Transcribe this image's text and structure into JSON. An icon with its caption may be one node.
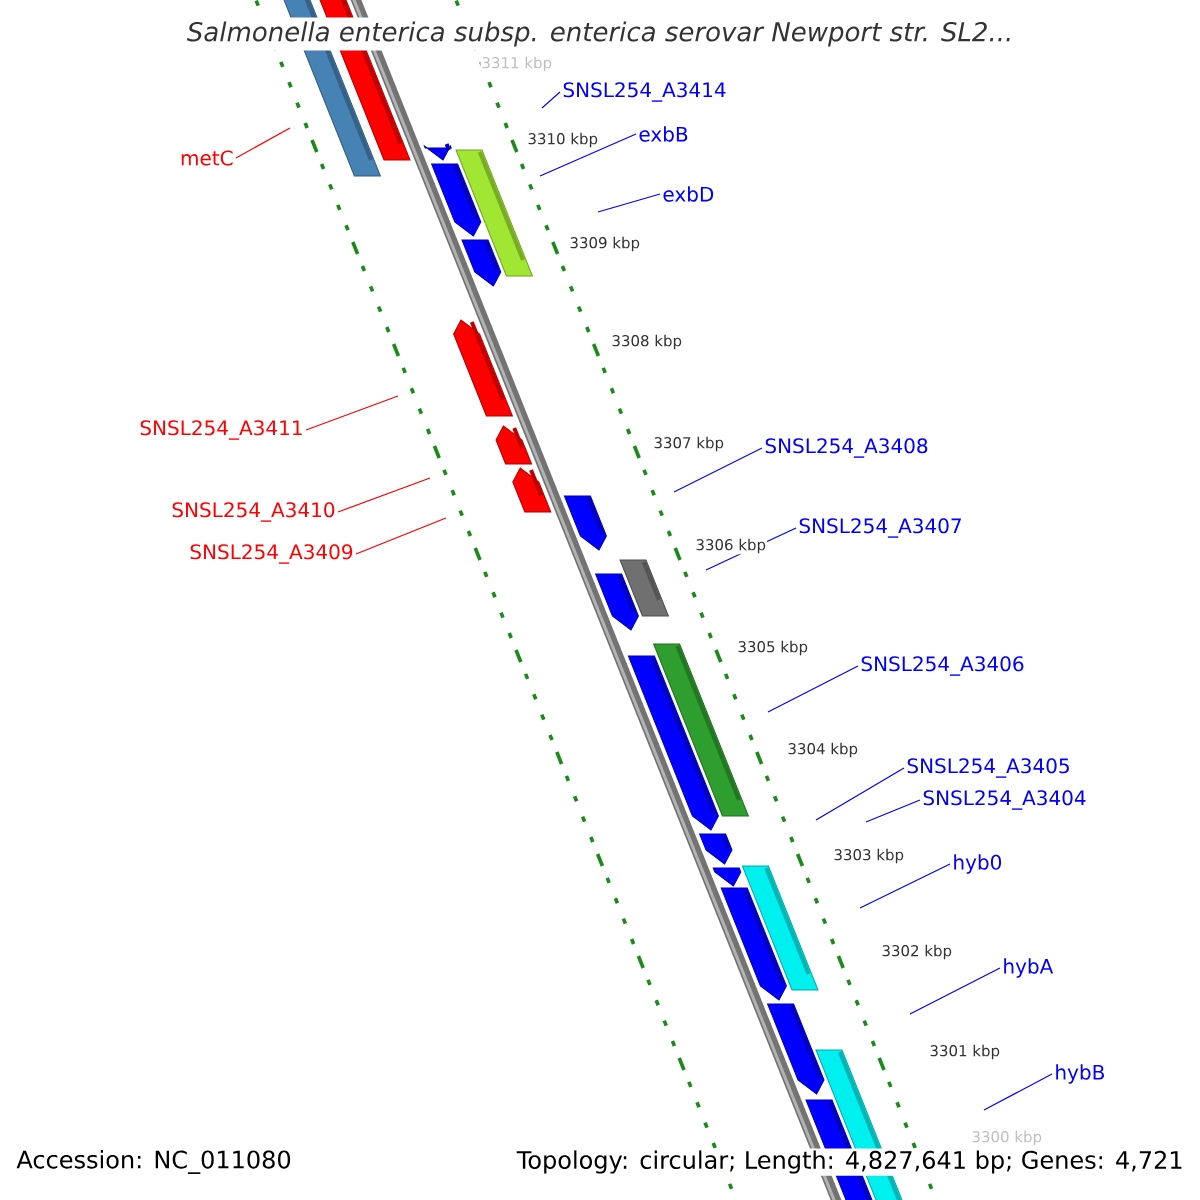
{
  "diagram": {
    "title": "Salmonella enterica subsp. enterica serovar Newport str. SL2...",
    "nodes": [
      {
        "text": [
          "SNSL254_A3414"
        ]
      },
      {
        "text": [
          "exbB"
        ]
      },
      {
        "text": [
          "metC"
        ]
      },
      {
        "text": [
          "exbD"
        ]
      },
      {
        "text": [
          "SNSL254_A3411"
        ]
      },
      {
        "text": [
          "SNSL254_A3408"
        ]
      },
      {
        "text": [
          "SNSL254_A3410"
        ]
      },
      {
        "text": [
          "SNSL254_A3407"
        ]
      },
      {
        "text": [
          "SNSL254_A3409"
        ]
      },
      {
        "text": [
          "SNSL254_A3406"
        ]
      },
      {
        "text": [
          "SNSL254_A3405"
        ]
      },
      {
        "text": [
          "SNSL254_A3404"
        ]
      },
      {
        "text": [
          "hyb0"
        ]
      },
      {
        "text": [
          "hybA"
        ]
      },
      {
        "text": [
          "hybB"
        ]
      }
    ],
    "edges": [
      {
        "from": 0,
        "to": null,
        "arrow": "none"
      },
      {
        "from": 1,
        "to": null,
        "arrow": "none"
      },
      {
        "from": 2,
        "to": null,
        "arrow": "none",
        "color": "#ff0000"
      },
      {
        "from": 3,
        "to": null,
        "arrow": "none"
      },
      {
        "from": 4,
        "to": null,
        "arrow": "none",
        "color": "#ff0000"
      },
      {
        "from": 5,
        "to": null,
        "arrow": "none"
      },
      {
        "from": 6,
        "to": null,
        "arrow": "none",
        "color": "#ff0000"
      },
      {
        "from": 7,
        "to": null,
        "arrow": "none"
      },
      {
        "from": 8,
        "to": null,
        "arrow": "none",
        "color": "#ff0000"
      },
      {
        "from": 9,
        "to": null,
        "arrow": "none"
      },
      {
        "from": 10,
        "to": null,
        "arrow": "none"
      },
      {
        "from": 11,
        "to": null,
        "arrow": "none"
      },
      {
        "from": 12,
        "to": null,
        "arrow": "none"
      },
      {
        "from": 13,
        "to": null,
        "arrow": "none"
      },
      {
        "from": 14,
        "to": null,
        "arrow": "none"
      }
    ],
    "labels": [
      "3311 kbp",
      "3310 kbp",
      "3309 kbp",
      "3308 kbp",
      "3307 kbp",
      "3306 kbp",
      "3305 kbp",
      "3304 kbp",
      "3303 kbp",
      "3302 kbp",
      "3301 kbp",
      "3300 kbp",
      "Accession: NC_011080",
      "Topology: circular; Length: 4,827,641 bp; Genes: 4,721"
    ]
  }
}
